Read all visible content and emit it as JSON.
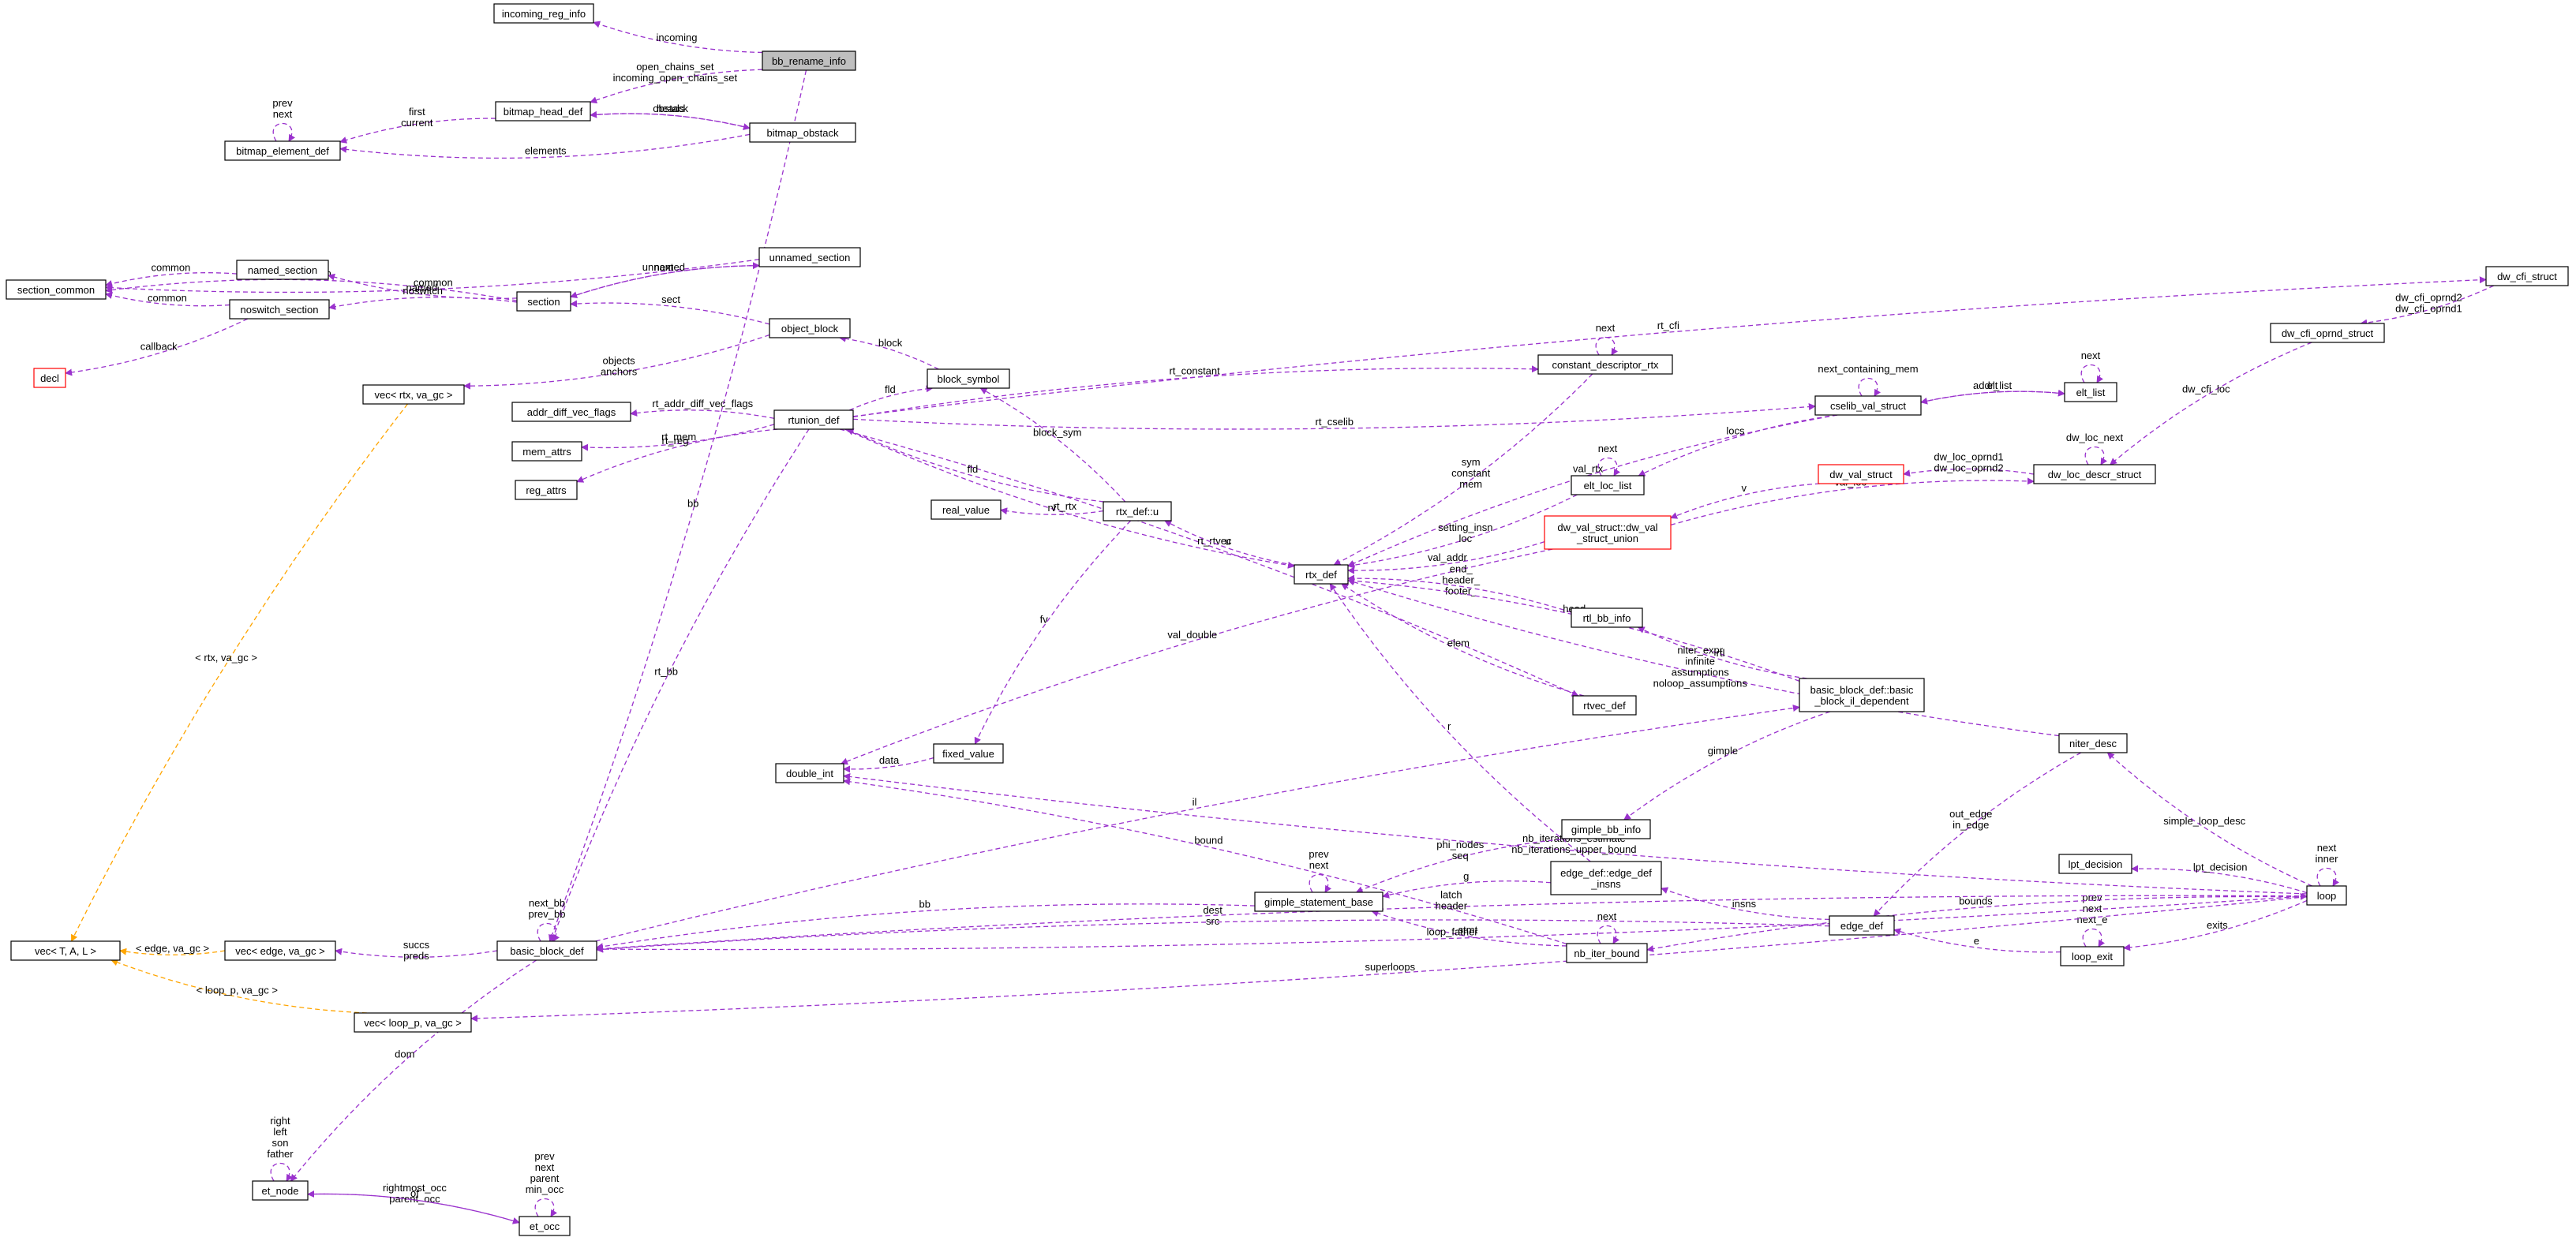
{
  "colors": {
    "edge": "#9a32cd",
    "template_edge": "#ffa500",
    "node_fill": "#ffffff",
    "node_stroke": "#000000",
    "highlight_fill": "#bfbfbf",
    "red_stroke": "#ff0000",
    "label": "#000000"
  },
  "nodes": [
    {
      "id": "incoming_reg_info",
      "label": "incoming_reg_info",
      "style": "normal"
    },
    {
      "id": "bb_rename_info",
      "label": "bb_rename_info",
      "style": "highlight"
    },
    {
      "id": "bitmap_head_def",
      "label": "bitmap_head_def",
      "style": "normal"
    },
    {
      "id": "bitmap_obstack",
      "label": "bitmap_obstack",
      "style": "normal"
    },
    {
      "id": "bitmap_element_def",
      "label": "bitmap_element_def",
      "style": "normal"
    },
    {
      "id": "section_common",
      "label": "section_common",
      "style": "normal"
    },
    {
      "id": "named_section",
      "label": "named_section",
      "style": "normal"
    },
    {
      "id": "noswitch_section",
      "label": "noswitch_section",
      "style": "normal"
    },
    {
      "id": "section",
      "label": "section",
      "style": "normal"
    },
    {
      "id": "unnamed_section",
      "label": "unnamed_section",
      "style": "normal"
    },
    {
      "id": "decl",
      "label": "decl",
      "style": "red"
    },
    {
      "id": "object_block",
      "label": "object_block",
      "style": "normal"
    },
    {
      "id": "vec_rtx",
      "label": "vec< rtx, va_gc >",
      "style": "normal"
    },
    {
      "id": "block_symbol",
      "label": "block_symbol",
      "style": "normal"
    },
    {
      "id": "addr_diff_vec_flags",
      "label": "addr_diff_vec_flags",
      "style": "normal"
    },
    {
      "id": "rtunion_def",
      "label": "rtunion_def",
      "style": "normal"
    },
    {
      "id": "mem_attrs",
      "label": "mem_attrs",
      "style": "normal"
    },
    {
      "id": "reg_attrs",
      "label": "reg_attrs",
      "style": "normal"
    },
    {
      "id": "real_value",
      "label": "real_value",
      "style": "normal"
    },
    {
      "id": "rtx_def_u",
      "label": "rtx_def::u",
      "style": "normal"
    },
    {
      "id": "constant_descriptor_rtx",
      "label": "constant_descriptor_rtx",
      "style": "normal"
    },
    {
      "id": "cselib_val_struct",
      "label": "cselib_val_struct",
      "style": "normal"
    },
    {
      "id": "elt_list",
      "label": "elt_list",
      "style": "normal"
    },
    {
      "id": "elt_loc_list",
      "label": "elt_loc_list",
      "style": "normal"
    },
    {
      "id": "dw_val_struct",
      "label": "dw_val_struct",
      "style": "red"
    },
    {
      "id": "dw_val_struct_union",
      "label": "dw_val_struct::dw_val\n_struct_union",
      "style": "red"
    },
    {
      "id": "dw_loc_descr_struct",
      "label": "dw_loc_descr_struct",
      "style": "normal"
    },
    {
      "id": "dw_cfi_oprnd_struct",
      "label": "dw_cfi_oprnd_struct",
      "style": "normal"
    },
    {
      "id": "dw_cfi_struct",
      "label": "dw_cfi_struct",
      "style": "normal"
    },
    {
      "id": "rtx_def",
      "label": "rtx_def",
      "style": "normal"
    },
    {
      "id": "rtl_bb_info",
      "label": "rtl_bb_info",
      "style": "normal"
    },
    {
      "id": "rtvec_def",
      "label": "rtvec_def",
      "style": "normal"
    },
    {
      "id": "bb_il_dependent",
      "label": "basic_block_def::basic\n_block_il_dependent",
      "style": "normal"
    },
    {
      "id": "double_int",
      "label": "double_int",
      "style": "normal"
    },
    {
      "id": "fixed_value",
      "label": "fixed_value",
      "style": "normal"
    },
    {
      "id": "niter_desc",
      "label": "niter_desc",
      "style": "normal"
    },
    {
      "id": "gimple_bb_info",
      "label": "gimple_bb_info",
      "style": "normal"
    },
    {
      "id": "lpt_decision",
      "label": "lpt_decision",
      "style": "normal"
    },
    {
      "id": "loop",
      "label": "loop",
      "style": "normal"
    },
    {
      "id": "vec_T",
      "label": "vec< T, A, L >",
      "style": "normal"
    },
    {
      "id": "vec_edge",
      "label": "vec< edge, va_gc >",
      "style": "normal"
    },
    {
      "id": "basic_block_def",
      "label": "basic_block_def",
      "style": "normal"
    },
    {
      "id": "gimple_statement_base",
      "label": "gimple_statement_base",
      "style": "normal"
    },
    {
      "id": "edge_def_insns",
      "label": "edge_def::edge_def\n_insns",
      "style": "normal"
    },
    {
      "id": "edge_def",
      "label": "edge_def",
      "style": "normal"
    },
    {
      "id": "nb_iter_bound",
      "label": "nb_iter_bound",
      "style": "normal"
    },
    {
      "id": "loop_exit",
      "label": "loop_exit",
      "style": "normal"
    },
    {
      "id": "vec_loop_p",
      "label": "vec< loop_p, va_gc >",
      "style": "normal"
    },
    {
      "id": "et_node",
      "label": "et_node",
      "style": "normal"
    },
    {
      "id": "et_occ",
      "label": "et_occ",
      "style": "normal"
    }
  ],
  "edges": [
    {
      "from": "bb_rename_info",
      "to": "incoming_reg_info",
      "label": "incoming",
      "kind": "member"
    },
    {
      "from": "bb_rename_info",
      "to": "bitmap_head_def",
      "label": "open_chains_set\nincoming_open_chains_set",
      "kind": "member"
    },
    {
      "from": "bb_rename_info",
      "to": "basic_block_def",
      "label": "bb",
      "kind": "member"
    },
    {
      "from": "bitmap_head_def",
      "to": "bitmap_element_def",
      "label": "first\ncurrent",
      "kind": "member"
    },
    {
      "from": "bitmap_head_def",
      "to": "bitmap_obstack",
      "label": "obstack",
      "kind": "member"
    },
    {
      "from": "bitmap_obstack",
      "to": "bitmap_head_def",
      "label": "heads",
      "kind": "member"
    },
    {
      "from": "bitmap_obstack",
      "to": "bitmap_element_def",
      "label": "elements",
      "kind": "member"
    },
    {
      "from": "bitmap_element_def",
      "to": "bitmap_element_def",
      "label": "prev\nnext",
      "kind": "self"
    },
    {
      "from": "unnamed_section",
      "to": "section_common",
      "label": "common",
      "kind": "member"
    },
    {
      "from": "named_section",
      "to": "section_common",
      "label": "common",
      "kind": "member"
    },
    {
      "from": "noswitch_section",
      "to": "section_common",
      "label": "common",
      "kind": "member"
    },
    {
      "from": "section",
      "to": "section_common",
      "label": "common",
      "kind": "member"
    },
    {
      "from": "section",
      "to": "named_section",
      "label": "named",
      "kind": "member"
    },
    {
      "from": "section",
      "to": "noswitch_section",
      "label": "noswitch",
      "kind": "member"
    },
    {
      "from": "section",
      "to": "unnamed_section",
      "label": "unnamed",
      "kind": "member"
    },
    {
      "from": "unnamed_section",
      "to": "section",
      "label": "next",
      "kind": "member"
    },
    {
      "from": "noswitch_section",
      "to": "decl",
      "label": "callback",
      "kind": "member"
    },
    {
      "from": "object_block",
      "to": "section",
      "label": "sect",
      "kind": "member"
    },
    {
      "from": "object_block",
      "to": "vec_rtx",
      "label": "objects\nanchors",
      "kind": "member"
    },
    {
      "from": "block_symbol",
      "to": "object_block",
      "label": "block",
      "kind": "member"
    },
    {
      "from": "rtunion_def",
      "to": "block_symbol",
      "label": "fld",
      "kind": "member"
    },
    {
      "from": "rtunion_def",
      "to": "addr_diff_vec_flags",
      "label": "rt_addr_diff_vec_flags",
      "kind": "member"
    },
    {
      "from": "rtunion_def",
      "to": "mem_attrs",
      "label": "rt_mem",
      "kind": "member"
    },
    {
      "from": "rtunion_def",
      "to": "reg_attrs",
      "label": "rt_reg",
      "kind": "member"
    },
    {
      "from": "rtunion_def",
      "to": "constant_descriptor_rtx",
      "label": "rt_constant",
      "kind": "member"
    },
    {
      "from": "rtunion_def",
      "to": "cselib_val_struct",
      "label": "rt_cselib",
      "kind": "member"
    },
    {
      "from": "rtunion_def",
      "to": "dw_cfi_struct",
      "label": "rt_cfi",
      "kind": "member"
    },
    {
      "from": "rtunion_def",
      "to": "rtx_def",
      "label": "rt_rtx",
      "kind": "member"
    },
    {
      "from": "rtunion_def",
      "to": "rtvec_def",
      "label": "rt_rtvec",
      "kind": "member"
    },
    {
      "from": "rtunion_def",
      "to": "basic_block_def",
      "label": "rt_bb",
      "kind": "member"
    },
    {
      "from": "rtx_def_u",
      "to": "rtunion_def",
      "label": "fld",
      "kind": "member"
    },
    {
      "from": "rtx_def_u",
      "to": "block_symbol",
      "label": "block_sym",
      "kind": "member"
    },
    {
      "from": "rtx_def_u",
      "to": "real_value",
      "label": "rv",
      "kind": "member"
    },
    {
      "from": "rtx_def_u",
      "to": "fixed_value",
      "label": "fv",
      "kind": "member"
    },
    {
      "from": "rtx_def",
      "to": "rtx_def_u",
      "label": "u",
      "kind": "member"
    },
    {
      "from": "constant_descriptor_rtx",
      "to": "constant_descriptor_rtx",
      "label": "next",
      "kind": "self"
    },
    {
      "from": "constant_descriptor_rtx",
      "to": "rtx_def",
      "label": "sym\nconstant\nmem",
      "kind": "member"
    },
    {
      "from": "cselib_val_struct",
      "to": "rtx_def",
      "label": "val_rtx",
      "kind": "member"
    },
    {
      "from": "cselib_val_struct",
      "to": "elt_list",
      "label": "addr_list",
      "kind": "member"
    },
    {
      "from": "cselib_val_struct",
      "to": "elt_loc_list",
      "label": "locs",
      "kind": "member"
    },
    {
      "from": "cselib_val_struct",
      "to": "cselib_val_struct",
      "label": "next_containing_mem",
      "kind": "self"
    },
    {
      "from": "elt_list",
      "to": "cselib_val_struct",
      "label": "elt",
      "kind": "member"
    },
    {
      "from": "elt_list",
      "to": "elt_list",
      "label": "next",
      "kind": "self"
    },
    {
      "from": "elt_loc_list",
      "to": "elt_loc_list",
      "label": "next",
      "kind": "self"
    },
    {
      "from": "elt_loc_list",
      "to": "rtx_def",
      "label": "setting_insn\nloc",
      "kind": "member"
    },
    {
      "from": "dw_val_struct",
      "to": "dw_val_struct_union",
      "label": "v",
      "kind": "member"
    },
    {
      "from": "dw_val_struct_union",
      "to": "rtx_def",
      "label": "val_addr",
      "kind": "member"
    },
    {
      "from": "dw_val_struct_union",
      "to": "double_int",
      "label": "val_double",
      "kind": "member"
    },
    {
      "from": "dw_val_struct_union",
      "to": "dw_loc_descr_struct",
      "label": "val_loc",
      "kind": "member"
    },
    {
      "from": "dw_loc_descr_struct",
      "to": "dw_val_struct",
      "label": "dw_loc_oprnd1\ndw_loc_oprnd2",
      "kind": "member"
    },
    {
      "from": "dw_loc_descr_struct",
      "to": "dw_loc_descr_struct",
      "label": "dw_loc_next",
      "kind": "self"
    },
    {
      "from": "dw_cfi_oprnd_struct",
      "to": "dw_loc_descr_struct",
      "label": "dw_cfi_loc",
      "kind": "member"
    },
    {
      "from": "dw_cfi_struct",
      "to": "dw_cfi_oprnd_struct",
      "label": "dw_cfi_oprnd2\ndw_cfi_oprnd1",
      "kind": "member"
    },
    {
      "from": "rtl_bb_info",
      "to": "rtx_def",
      "label": "end_\nheader_\nfooter_",
      "kind": "member"
    },
    {
      "from": "rtvec_def",
      "to": "rtx_def",
      "label": "elem",
      "kind": "member"
    },
    {
      "from": "bb_il_dependent",
      "to": "rtx_def",
      "label": "head_",
      "kind": "member"
    },
    {
      "from": "bb_il_dependent",
      "to": "rtl_bb_info",
      "label": "rtl",
      "kind": "member"
    },
    {
      "from": "bb_il_dependent",
      "to": "gimple_bb_info",
      "label": "gimple",
      "kind": "member"
    },
    {
      "from": "niter_desc",
      "to": "rtx_def",
      "label": "niter_expr\ninfinite\nassumptions\nnoloop_assumptions",
      "kind": "member"
    },
    {
      "from": "niter_desc",
      "to": "edge_def",
      "label": "out_edge\nin_edge",
      "kind": "member"
    },
    {
      "from": "edge_def_insns",
      "to": "rtx_def",
      "label": "r",
      "kind": "member"
    },
    {
      "from": "edge_def_insns",
      "to": "gimple_statement_base",
      "label": "g",
      "kind": "member"
    },
    {
      "from": "fixed_value",
      "to": "double_int",
      "label": "data",
      "kind": "member"
    },
    {
      "from": "nb_iter_bound",
      "to": "double_int",
      "label": "bound",
      "kind": "member"
    },
    {
      "from": "loop",
      "to": "double_int",
      "label": "nb_iterations_estimate\nnb_iterations_upper_bound",
      "kind": "member"
    },
    {
      "from": "gimple_bb_info",
      "to": "gimple_statement_base",
      "label": "phi_nodes\nseq",
      "kind": "member"
    },
    {
      "from": "gimple_statement_base",
      "to": "gimple_statement_base",
      "label": "prev\nnext",
      "kind": "self"
    },
    {
      "from": "gimple_statement_base",
      "to": "basic_block_def",
      "label": "bb",
      "kind": "member"
    },
    {
      "from": "nb_iter_bound",
      "to": "gimple_statement_base",
      "label": "stmt",
      "kind": "member"
    },
    {
      "from": "nb_iter_bound",
      "to": "nb_iter_bound",
      "label": "next",
      "kind": "self"
    },
    {
      "from": "edge_def",
      "to": "edge_def_insns",
      "label": "insns",
      "kind": "member"
    },
    {
      "from": "edge_def",
      "to": "basic_block_def",
      "label": "dest\nsrc",
      "kind": "member"
    },
    {
      "from": "loop_exit",
      "to": "edge_def",
      "label": "e",
      "kind": "member"
    },
    {
      "from": "loop_exit",
      "to": "loop_exit",
      "label": "prev\nnext\nnext_e",
      "kind": "self"
    },
    {
      "from": "loop",
      "to": "niter_desc",
      "label": "simple_loop_desc",
      "kind": "member"
    },
    {
      "from": "loop",
      "to": "lpt_decision",
      "label": "lpt_decision",
      "kind": "member"
    },
    {
      "from": "loop",
      "to": "loop_exit",
      "label": "exits",
      "kind": "member"
    },
    {
      "from": "loop",
      "to": "nb_iter_bound",
      "label": "bounds",
      "kind": "member"
    },
    {
      "from": "loop",
      "to": "loop",
      "label": "next\ninner",
      "kind": "self"
    },
    {
      "from": "loop",
      "to": "basic_block_def",
      "label": "latch\nheader",
      "kind": "member"
    },
    {
      "from": "loop",
      "to": "vec_loop_p",
      "label": "superloops",
      "kind": "member"
    },
    {
      "from": "basic_block_def",
      "to": "loop",
      "label": "loop_father",
      "kind": "member"
    },
    {
      "from": "basic_block_def",
      "to": "bb_il_dependent",
      "label": "il",
      "kind": "member"
    },
    {
      "from": "basic_block_def",
      "to": "basic_block_def",
      "label": "next_bb\nprev_bb",
      "kind": "self"
    },
    {
      "from": "basic_block_def",
      "to": "vec_edge",
      "label": "succs\npreds",
      "kind": "member"
    },
    {
      "from": "basic_block_def",
      "to": "et_node",
      "label": "dom",
      "kind": "member"
    },
    {
      "from": "vec_edge",
      "to": "vec_T",
      "label": "< edge, va_gc >",
      "kind": "template"
    },
    {
      "from": "vec_rtx",
      "to": "vec_T",
      "label": "< rtx, va_gc >",
      "kind": "template"
    },
    {
      "from": "vec_loop_p",
      "to": "vec_T",
      "label": "< loop_p, va_gc >",
      "kind": "template"
    },
    {
      "from": "et_node",
      "to": "et_node",
      "label": "right\nleft\nson\nfather",
      "kind": "self"
    },
    {
      "from": "et_node",
      "to": "et_occ",
      "label": "rightmost_occ\nparent_occ",
      "kind": "member"
    },
    {
      "from": "et_occ",
      "to": "et_node",
      "label": "of",
      "kind": "member"
    },
    {
      "from": "et_occ",
      "to": "et_occ",
      "label": "prev\nnext\nparent\nmin_occ",
      "kind": "self"
    }
  ]
}
